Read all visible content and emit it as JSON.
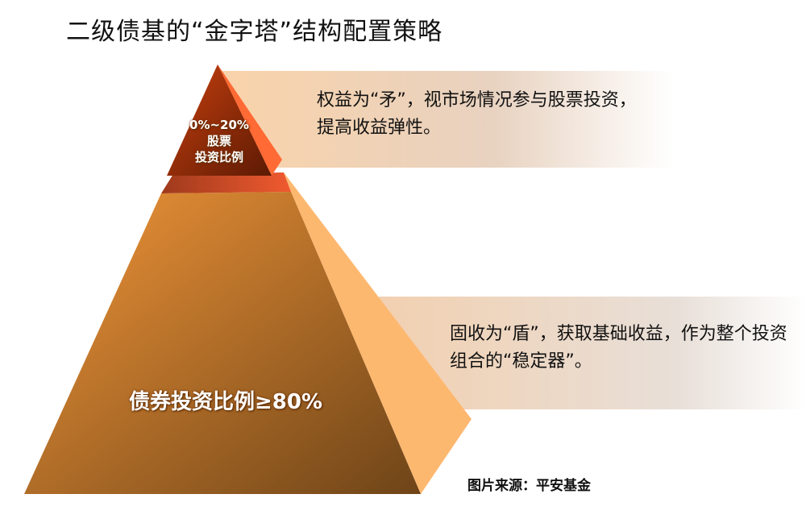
{
  "title": "二级债基的“金字塔”结构配置策略",
  "top_tier": {
    "label_line1": "0%~20%",
    "label_line2": "股票",
    "label_line3": "投资比例",
    "description": "权益为“矛”，视市场情况参与股票投资，提高收益弹性。"
  },
  "bottom_tier": {
    "label": "债券投资比例≥80%",
    "description": "固收为“盾”，获取基础收益，作为整个投资组合的“稳定器”。"
  },
  "source": "图片来源：平安基金",
  "colors": {
    "top_front": "#a8300c",
    "top_side": "#ff6a35",
    "bottom_front": "#e88a30",
    "bottom_side": "#fdb870",
    "band": "#f3cfae"
  }
}
